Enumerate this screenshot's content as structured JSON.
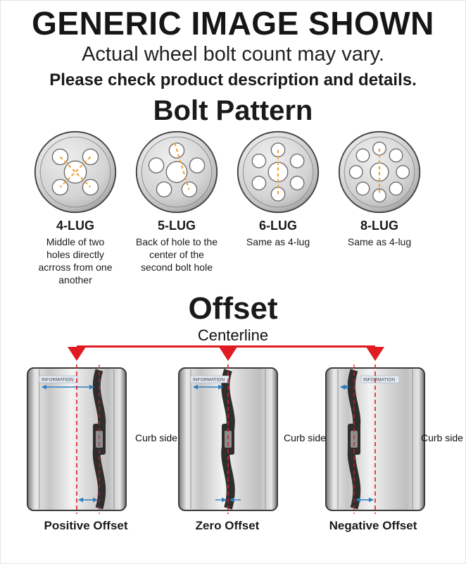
{
  "header": {
    "title": "GENERIC IMAGE SHOWN",
    "subtitle": "Actual wheel bolt count may vary.",
    "note": "Please check product description and details."
  },
  "bolt_pattern": {
    "heading": "Bolt Pattern",
    "items": [
      {
        "label": "4-LUG",
        "description": "Middle of two holes directly acrross from one another"
      },
      {
        "label": "5-LUG",
        "description": "Back of hole to the center of the second bolt hole"
      },
      {
        "label": "6-LUG",
        "description": "Same as 4-lug"
      },
      {
        "label": "8-LUG",
        "description": "Same as 4-lug"
      }
    ]
  },
  "offset": {
    "heading": "Offset",
    "centerline_label": "Centerline",
    "curb_side_label": "Curb side",
    "watermark": "INFORMATION",
    "diagrams": [
      {
        "label": "Positive Offset"
      },
      {
        "label": "Zero Offset"
      },
      {
        "label": "Negative Offset"
      }
    ]
  },
  "colors": {
    "accent_red": "#e11b22",
    "measure_orange": "#f0a43a",
    "arrow_blue": "#2f7fc1",
    "text_black": "#1a1a1a"
  }
}
